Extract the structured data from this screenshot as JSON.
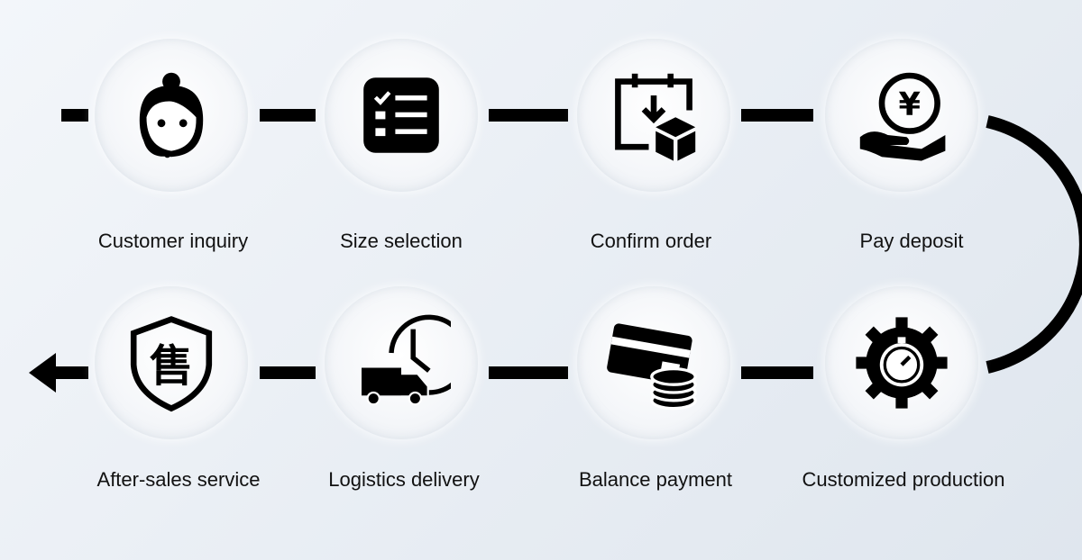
{
  "steps": [
    {
      "label": "Customer inquiry",
      "icon": "customer-service-icon"
    },
    {
      "label": "Size selection",
      "icon": "checklist-icon"
    },
    {
      "label": "Confirm order",
      "icon": "calendar-box-icon"
    },
    {
      "label": "Pay deposit",
      "icon": "yen-hand-icon"
    },
    {
      "label": "Customized production",
      "icon": "gear-stopwatch-icon"
    },
    {
      "label": "Balance payment",
      "icon": "card-coins-icon"
    },
    {
      "label": "Logistics delivery",
      "icon": "truck-clock-icon"
    },
    {
      "label": "After-sales service",
      "icon": "shield-icon"
    }
  ],
  "shield_char": "售",
  "colors": {
    "line": "#000000",
    "text": "#111111"
  }
}
